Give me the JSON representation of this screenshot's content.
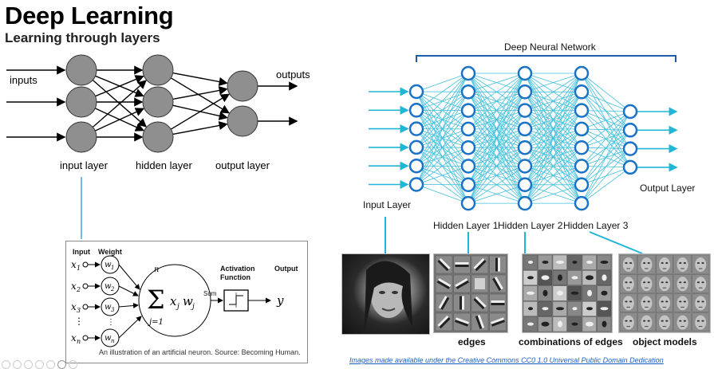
{
  "header": {
    "title": "Deep Learning",
    "subtitle": "Learning through layers"
  },
  "simple_net": {
    "inputs_label": "inputs",
    "outputs_label": "outputs",
    "layer_labels": [
      "input layer",
      "hidden layer",
      "output layer"
    ]
  },
  "neuron": {
    "input_label": "Input",
    "weight_label": "Weight",
    "activation_label_line1": "Activation",
    "activation_label_line2": "Function",
    "output_label": "Output",
    "sum_label": "Sum",
    "caption": "An illustration of an artificial neuron. Source: Becoming Human."
  },
  "deep_net": {
    "title": "Deep Neural Network",
    "input_layer_label": "Input Layer",
    "hidden_labels": [
      "Hidden Layer 1",
      "Hidden Layer 2",
      "Hidden Layer 3"
    ],
    "output_layer_label": "Output Layer",
    "accent_color": "#1a73c7",
    "edge_color": "#21b5d6"
  },
  "feature_strip": {
    "captions": [
      "edges",
      "combinations of edges",
      "object models"
    ]
  },
  "credit": "Images made available under the Creative Commons CC0 1.0 Universal Public Domain Dedication"
}
